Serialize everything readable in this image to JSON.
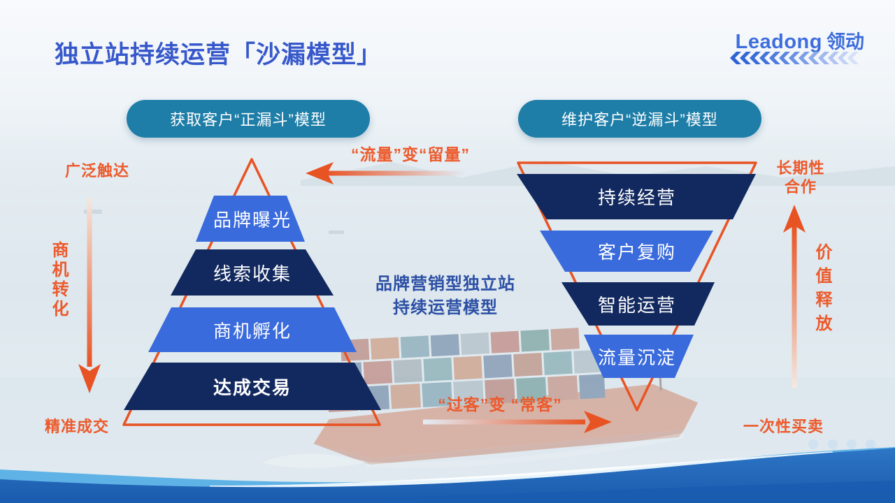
{
  "page": {
    "title": "独立站持续运营「沙漏模型」"
  },
  "logo": {
    "name": "Leadong",
    "name_cn": "领动"
  },
  "left_funnel": {
    "header": "获取客户“正漏斗”模型",
    "top_label": "广泛触达",
    "side_label": "商机转化",
    "bottom_label": "精准成交",
    "levels": [
      {
        "label": "品牌曝光"
      },
      {
        "label": "线索收集"
      },
      {
        "label": "商机孵化"
      },
      {
        "label": "达成交易"
      }
    ]
  },
  "right_funnel": {
    "header": "维护客户“逆漏斗”模型",
    "top_label_line1": "长期性",
    "top_label_line2": "合作",
    "side_label": "价值释放",
    "bottom_label": "一次性买卖",
    "levels": [
      {
        "label": "持续经营"
      },
      {
        "label": "客户复购"
      },
      {
        "label": "智能运营"
      },
      {
        "label": "流量沉淀"
      }
    ]
  },
  "center": {
    "top_arrow_label": "“流量”变“留量”",
    "caption_line1": "品牌营销型独立站",
    "caption_line2": "持续运营模型",
    "bottom_arrow_label": "“过客”变 “常客”"
  },
  "colors": {
    "accent_orange": "#E85324",
    "band_navy": "#12295F",
    "band_blue": "#3A6BDC",
    "pill_teal": "#1E7EA8",
    "title_blue": "#3758CB",
    "wave_blue": "#1E63B4"
  }
}
